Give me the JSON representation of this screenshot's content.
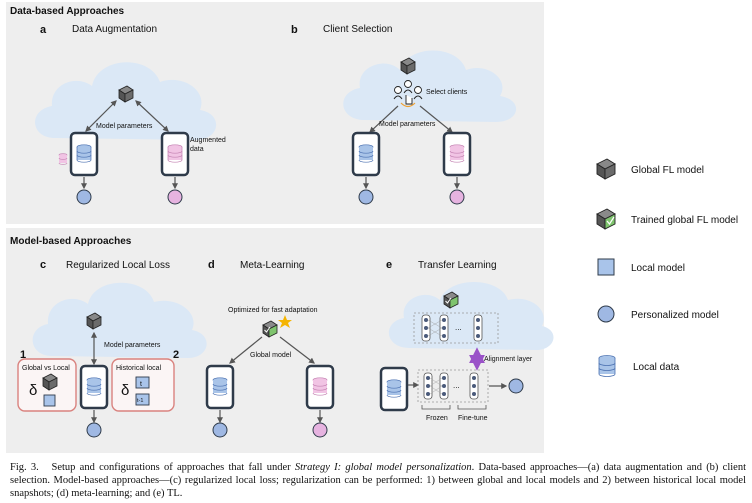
{
  "sections": {
    "data_based": "Data-based Approaches",
    "model_based": "Model-based Approaches"
  },
  "panels": {
    "a": {
      "letter": "a",
      "title": "Data Augmentation",
      "model_params": "Model parameters",
      "augmented_line1": "Augmented",
      "augmented_line2": "data"
    },
    "b": {
      "letter": "b",
      "title": "Client Selection",
      "select_clients": "Select clients",
      "model_params": "Model parameters"
    },
    "c": {
      "letter": "c",
      "title": "Regularized Local Loss",
      "model_params_line1": "Model parameters",
      "box1_number": "1",
      "box1_title": "Global vs Local",
      "box1_symbol": "δ",
      "box2_number": "2",
      "box2_title": "Historical local",
      "box2_symbol": "δ",
      "box2_t": "t",
      "box2_t1": "t-1"
    },
    "d": {
      "letter": "d",
      "title": "Meta-Learning",
      "optimized": "Optimized for fast adaptation",
      "global_model": "Global model"
    },
    "e": {
      "letter": "e",
      "title": "Transfer Learning",
      "alignment": "Alignment layer",
      "frozen": "Frozen",
      "finetune": "Fine-tune",
      "dots": "..."
    }
  },
  "legend": {
    "global_fl_model": "Global FL model",
    "trained_global": "Trained global FL model",
    "local_model": "Local model",
    "personalized": "Personalized model",
    "local_data": "Local data"
  },
  "caption": {
    "prefix": "Fig. 3.",
    "part1": "Setup and configurations of approaches that fall under",
    "italic": "Strategy I: global model personalization",
    "part2": ". Data-based approaches—(a) data augmentation and (b) client selection. Model-based approaches—(c) regularized local loss; regularization can be performed: 1) between global and local models and 2) between historical local model snapshots; (d) meta-learning; and (e) TL."
  },
  "colors": {
    "panel_bg": "#eeeeee",
    "cloud": "#dbe8f6",
    "phone_blue_data": "#a9c4e8",
    "pink_data": "#f1c4e4",
    "local_model": "#a9c4ea",
    "personalized_blue": "#9fb8e3",
    "personalized_pink": "#e6b3e0",
    "check_green": "#7fc46e",
    "star": "#f5b400",
    "alignment": "#9a52c8",
    "reg_box_border": "#d9827e"
  }
}
